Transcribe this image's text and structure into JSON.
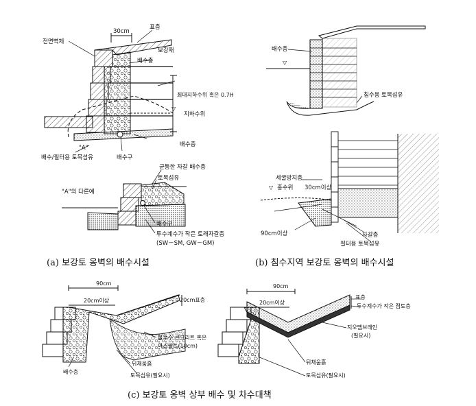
{
  "panel_a": {
    "label_front_wall": "전면벽체",
    "label_30cm": "30cm",
    "label_surface": "표층",
    "label_drain_layer_top": "배수층",
    "label_reinforcement": "보강재",
    "label_max_water": "최대지하수위 혹은 0.7H",
    "label_groundwater": "지하수위",
    "label_drain_layer_bottom": "배수층",
    "label_A": "\"A\"",
    "label_filter_geotextile": "배수/필터용 토목섬유",
    "label_drain_pipe": "배수구",
    "detail_title": "\"A\"의 다른예",
    "label_uniform_gravel": "균등한 자갈 배수층",
    "label_geotextile": "토목섬유",
    "label_drain_pipe2": "배수구",
    "label_low_perm_soil": "투수계수가 작은 토래자갈층",
    "label_sw_gm": "(SW－SM, GW－GM)",
    "caption": "(a)  보강토  옹벽의  배수시설"
  },
  "panel_b": {
    "label_drain_layer": "배수층",
    "label_scour_geotextile": "침수용 토목섬유",
    "label_scour_protection": "세굴방지층",
    "label_flood_level": "홍수위",
    "label_30cm_over": "30cm이상",
    "label_90cm_over": "90cm이상",
    "label_gravel": "자갈층",
    "label_filter_geotextile": "필터용 토목섬유",
    "caption": "(b)  침수지역  보강토  옹벽의  배수시설"
  },
  "panel_c": {
    "left_90cm": "90cm",
    "left_20cm_over": "20cm이상",
    "left_20cm_surface": "20cm표층",
    "left_impervious": "불투수 콘크리트 혹은",
    "left_asphalt": "아스팔트(10cm)",
    "left_backfill": "뒤채움흙",
    "left_drain_layer": "배수층",
    "left_geotextile": "토목섬유(필요시)",
    "right_90cm": "90cm",
    "right_20cm_over": "20cm이상",
    "right_surface": "표층",
    "right_low_perm": "두수계수가 작은 점토층",
    "right_geomembrane": "지오멤브레인",
    "right_geomembrane_note": "(필요시)",
    "right_backfill": "뒤채움흙",
    "right_geotextile": "토목섬유(필요시)",
    "caption": "(c)  보강토  옹벽  상부  배수  및  차수대책"
  }
}
